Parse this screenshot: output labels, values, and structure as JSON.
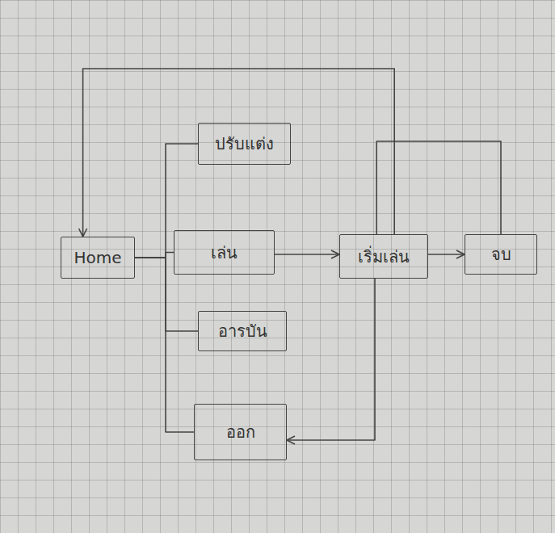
{
  "diagram": {
    "nodes": [
      {
        "text": [
          "ปรับแต่ง"
        ]
      },
      {
        "text": [
          "Home"
        ]
      },
      {
        "text": [
          "เล่น"
        ]
      },
      {
        "text": [
          "เริ่มเล่น"
        ]
      },
      {
        "text": [
          "จบ"
        ]
      },
      {
        "text": [
          "อารบัน"
        ]
      },
      {
        "text": [
          "ออก"
        ]
      }
    ],
    "edges": [
      {
        "from": 1,
        "to": 0,
        "arrow": "none"
      },
      {
        "from": 1,
        "to": 2,
        "arrow": "none"
      },
      {
        "from": 1,
        "to": 5,
        "arrow": "none"
      },
      {
        "from": 1,
        "to": 6,
        "arrow": "none"
      },
      {
        "from": 2,
        "to": 3,
        "arrow": "to"
      },
      {
        "from": 3,
        "to": 4,
        "arrow": "to"
      },
      {
        "from": 3,
        "to": 1,
        "arrow": "to"
      },
      {
        "from": 4,
        "to": 3,
        "arrow": "none"
      },
      {
        "from": 3,
        "to": 6,
        "arrow": "to"
      }
    ]
  }
}
